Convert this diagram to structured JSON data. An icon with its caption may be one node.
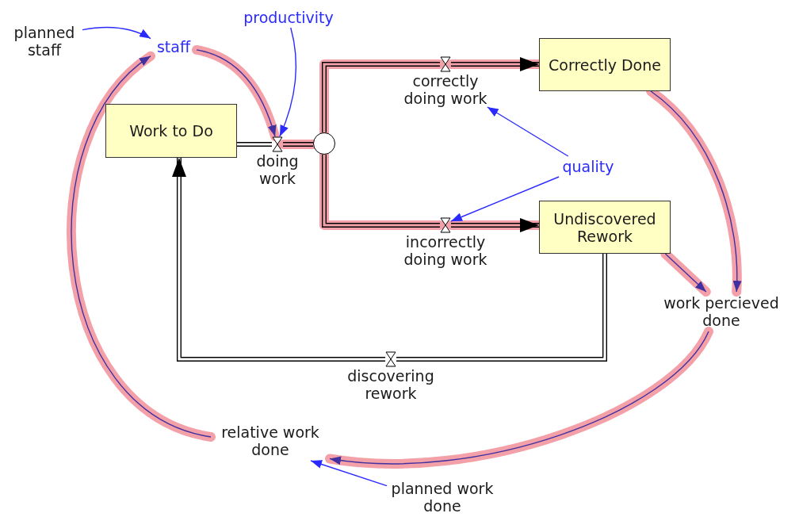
{
  "diagram": {
    "nodes": [
      {
        "text": [
          "planned staff"
        ]
      },
      {
        "text": [
          "staff"
        ]
      },
      {
        "text": [
          "productivity"
        ]
      },
      {
        "text": [
          "Work to Do"
        ]
      },
      {
        "text": [
          "doing work"
        ]
      },
      {
        "text": [],
        "shape": "circle"
      },
      {
        "text": [
          "correctly doing work"
        ]
      },
      {
        "text": [
          "Correctly Done"
        ]
      },
      {
        "text": [
          "quality"
        ]
      },
      {
        "text": [
          "incorrectly doing work"
        ]
      },
      {
        "text": [
          "Undiscovered Rework"
        ]
      },
      {
        "text": [
          "work percieved done"
        ]
      },
      {
        "text": [
          "discovering rework"
        ]
      },
      {
        "text": [
          "relative work done"
        ]
      },
      {
        "text": [
          "planned work done"
        ]
      }
    ],
    "edges": [
      {
        "from": 0,
        "to": 1,
        "arrow": "to",
        "color": "#2a2aff"
      },
      {
        "from": 13,
        "to": 1,
        "arrow": "to",
        "color": "#4030a0"
      },
      {
        "from": 1,
        "to": 4,
        "arrow": "to",
        "color": "#4030a0"
      },
      {
        "from": 2,
        "to": 4,
        "arrow": "to",
        "color": "#2a2aff"
      },
      {
        "from": 3,
        "to": 4,
        "arrow": "none"
      },
      {
        "from": 4,
        "to": 5,
        "arrow": "none"
      },
      {
        "from": 5,
        "to": 6,
        "arrow": "none"
      },
      {
        "from": 6,
        "to": 7,
        "arrow": "to"
      },
      {
        "from": 5,
        "to": 9,
        "arrow": "none"
      },
      {
        "from": 9,
        "to": 10,
        "arrow": "to"
      },
      {
        "from": 10,
        "to": 12,
        "arrow": "none"
      },
      {
        "from": 12,
        "to": 3,
        "arrow": "to"
      },
      {
        "from": 8,
        "to": 6,
        "arrow": "to",
        "color": "#2a2aff"
      },
      {
        "from": 8,
        "to": 9,
        "arrow": "to",
        "color": "#2a2aff"
      },
      {
        "from": 7,
        "to": 11,
        "arrow": "to",
        "color": "#4030a0"
      },
      {
        "from": 10,
        "to": 11,
        "arrow": "to",
        "color": "#4030a0"
      },
      {
        "from": 11,
        "to": 13,
        "arrow": "to",
        "color": "#4030a0"
      },
      {
        "from": 14,
        "to": 13,
        "arrow": "to",
        "color": "#2a2aff"
      }
    ]
  }
}
